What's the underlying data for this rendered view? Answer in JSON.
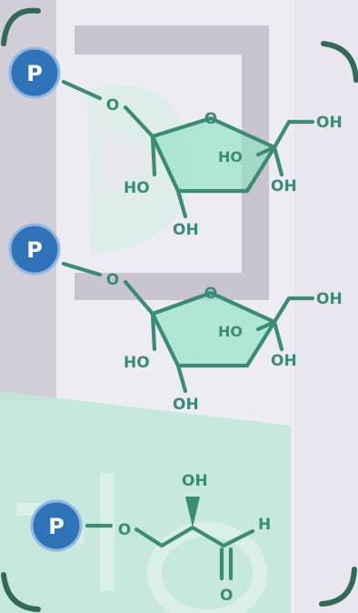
{
  "phosphate_symbol": "P",
  "molecule_1": {
    "ring_oxygen": "O",
    "link_oxygen": "O",
    "labels": {
      "ch2oh": "OH",
      "ring_oh_inner": "HO",
      "ring_oh_right": "OH",
      "ring_oh_left": "HO",
      "ring_oh_bottom": "OH"
    }
  },
  "molecule_2": {
    "ring_oxygen": "O",
    "link_oxygen": "O",
    "labels": {
      "ch2oh": "OH",
      "ring_oh_inner": "HO",
      "ring_oh_right": "OH",
      "ring_oh_left": "HO",
      "ring_oh_bottom": "OH"
    }
  },
  "molecule_3": {
    "link_oxygen": "O",
    "hydroxyl": "OH",
    "aldehyde_h": "H",
    "aldehyde_o": "O"
  },
  "colors": {
    "background": "#e9e6ef",
    "structure_green": "#3a8d74",
    "ring_fill": "#8fe3c3",
    "phosphate_blue": "#2f73b8",
    "bracket": "#2f6b58"
  }
}
